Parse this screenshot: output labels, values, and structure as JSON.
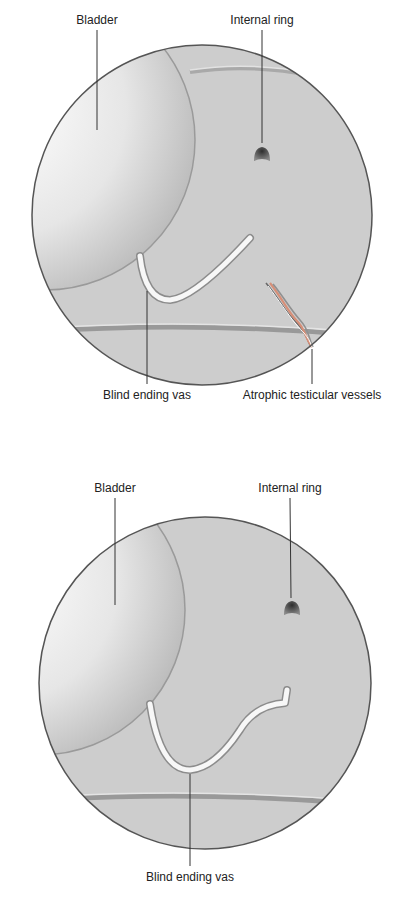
{
  "diagram": {
    "labels": [
      "Bladder",
      "Internal ring",
      "Blind ending vas",
      "Atrophic testicular vessels",
      "Bladder",
      "Internal ring",
      "Blind ending vas"
    ]
  }
}
